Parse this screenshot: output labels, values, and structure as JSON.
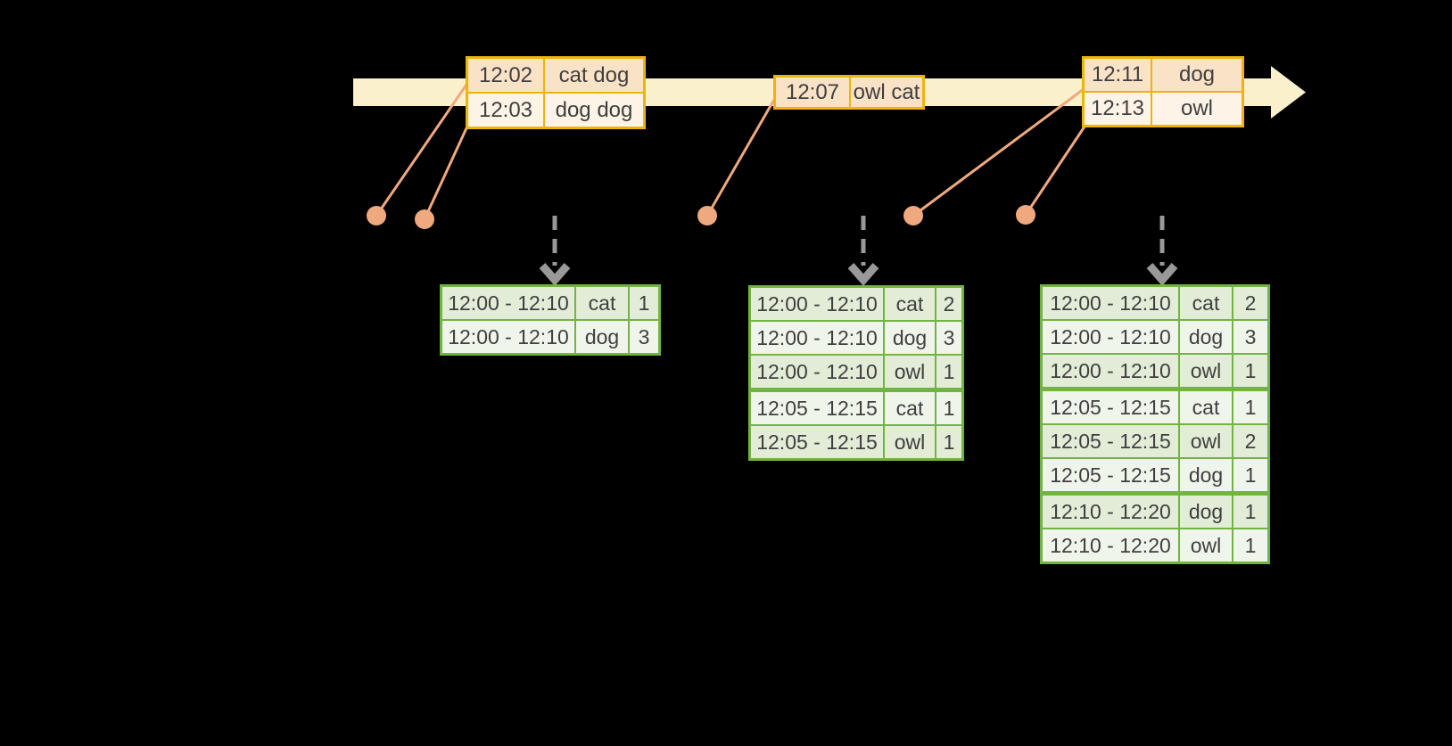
{
  "diagram": {
    "title": "windowed-word-count-streaming-diagram",
    "colors": {
      "background": "#000000",
      "timeline_fill": "#FBF0CC",
      "event_table_border": "#F0B30A",
      "event_row_dark": "#FAE2C6",
      "event_row_light": "#FDF4E7",
      "connector_and_dots": "#F0A97E",
      "trigger_arrow_gray": "#999999",
      "result_table_border": "#72B444",
      "result_row_dark": "#E2ECD7",
      "result_row_light": "#F0F5EC",
      "text": "#3F3F3F"
    },
    "icons": {
      "timeline_head": "arrow-right",
      "event_marker": "dot",
      "trigger": "dashed-arrow-down"
    }
  },
  "event_tables": [
    {
      "rows": [
        {
          "time": "12:02",
          "words": "cat dog"
        },
        {
          "time": "12:03",
          "words": "dog dog"
        }
      ]
    },
    {
      "rows": [
        {
          "time": "12:07",
          "words": "owl cat"
        }
      ]
    },
    {
      "rows": [
        {
          "time": "12:11",
          "words": "dog"
        },
        {
          "time": "12:13",
          "words": "owl"
        }
      ]
    }
  ],
  "result_tables": [
    {
      "rows": [
        {
          "window": "12:00 - 12:10",
          "word": "cat",
          "count": "1"
        },
        {
          "window": "12:00 - 12:10",
          "word": "dog",
          "count": "3"
        }
      ]
    },
    {
      "rows": [
        {
          "window": "12:00 - 12:10",
          "word": "cat",
          "count": "2"
        },
        {
          "window": "12:00 - 12:10",
          "word": "dog",
          "count": "3"
        },
        {
          "window": "12:00 - 12:10",
          "word": "owl",
          "count": "1"
        },
        {
          "window": "12:05 - 12:15",
          "word": "cat",
          "count": "1"
        },
        {
          "window": "12:05 - 12:15",
          "word": "owl",
          "count": "1"
        }
      ]
    },
    {
      "rows": [
        {
          "window": "12:00 - 12:10",
          "word": "cat",
          "count": "2"
        },
        {
          "window": "12:00 - 12:10",
          "word": "dog",
          "count": "3"
        },
        {
          "window": "12:00 - 12:10",
          "word": "owl",
          "count": "1"
        },
        {
          "window": "12:05 - 12:15",
          "word": "cat",
          "count": "1"
        },
        {
          "window": "12:05 - 12:15",
          "word": "owl",
          "count": "2"
        },
        {
          "window": "12:05 - 12:15",
          "word": "dog",
          "count": "1"
        },
        {
          "window": "12:10 - 12:20",
          "word": "dog",
          "count": "1"
        },
        {
          "window": "12:10 - 12:20",
          "word": "owl",
          "count": "1"
        }
      ]
    }
  ]
}
